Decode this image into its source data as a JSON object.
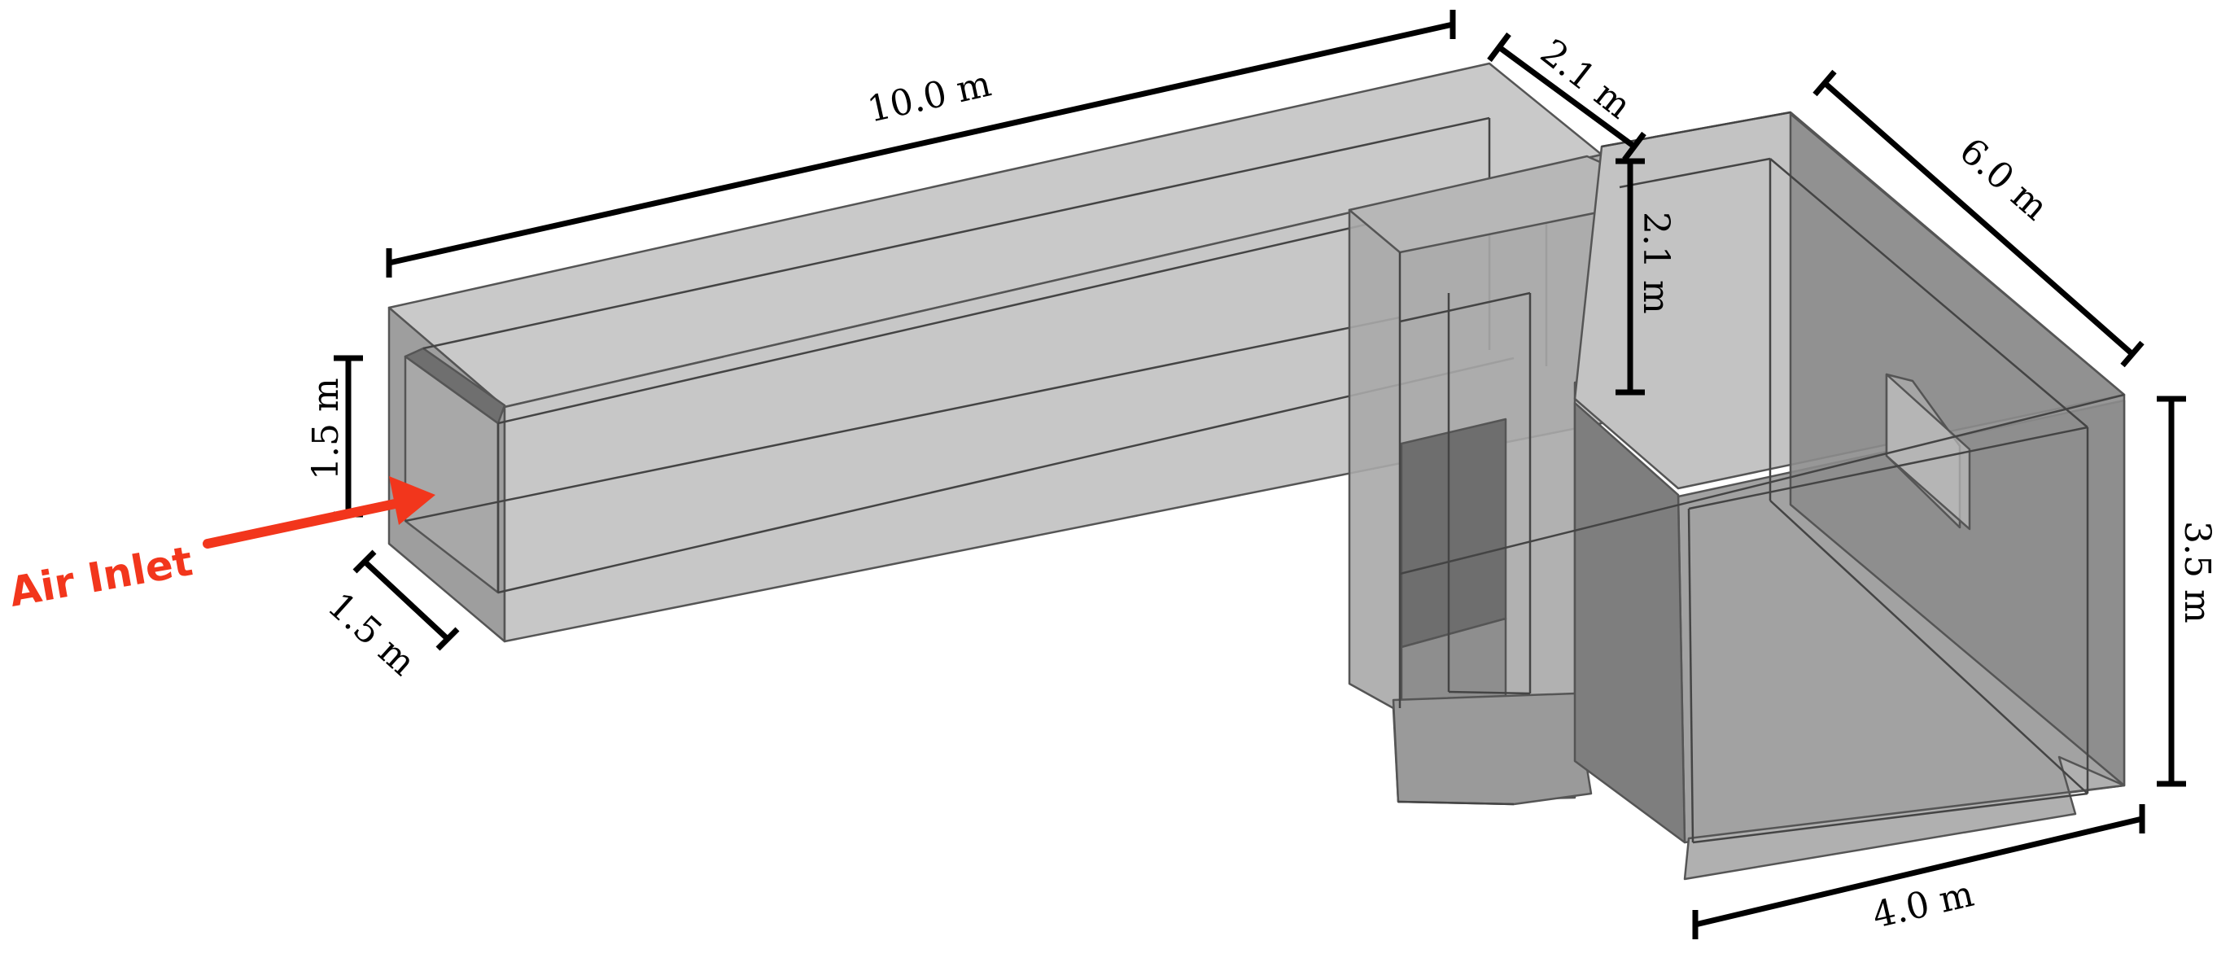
{
  "colors": {
    "inlet": "#f2361c",
    "shell": "#b3b3b3",
    "shell_dark": "#8c8c8c",
    "shell_darker": "#6e6e6e",
    "dimension": "#000000"
  },
  "inlet": {
    "label": "Air Inlet"
  },
  "dimensions": {
    "duct_length": "10.0 m",
    "duct_height": "1.5 m",
    "duct_width": "1.5 m",
    "connector_depth": "2.1 m",
    "connector_height": "2.1 m",
    "room_length": "6.0 m",
    "room_height": "3.5 m",
    "room_width": "4.0 m"
  }
}
